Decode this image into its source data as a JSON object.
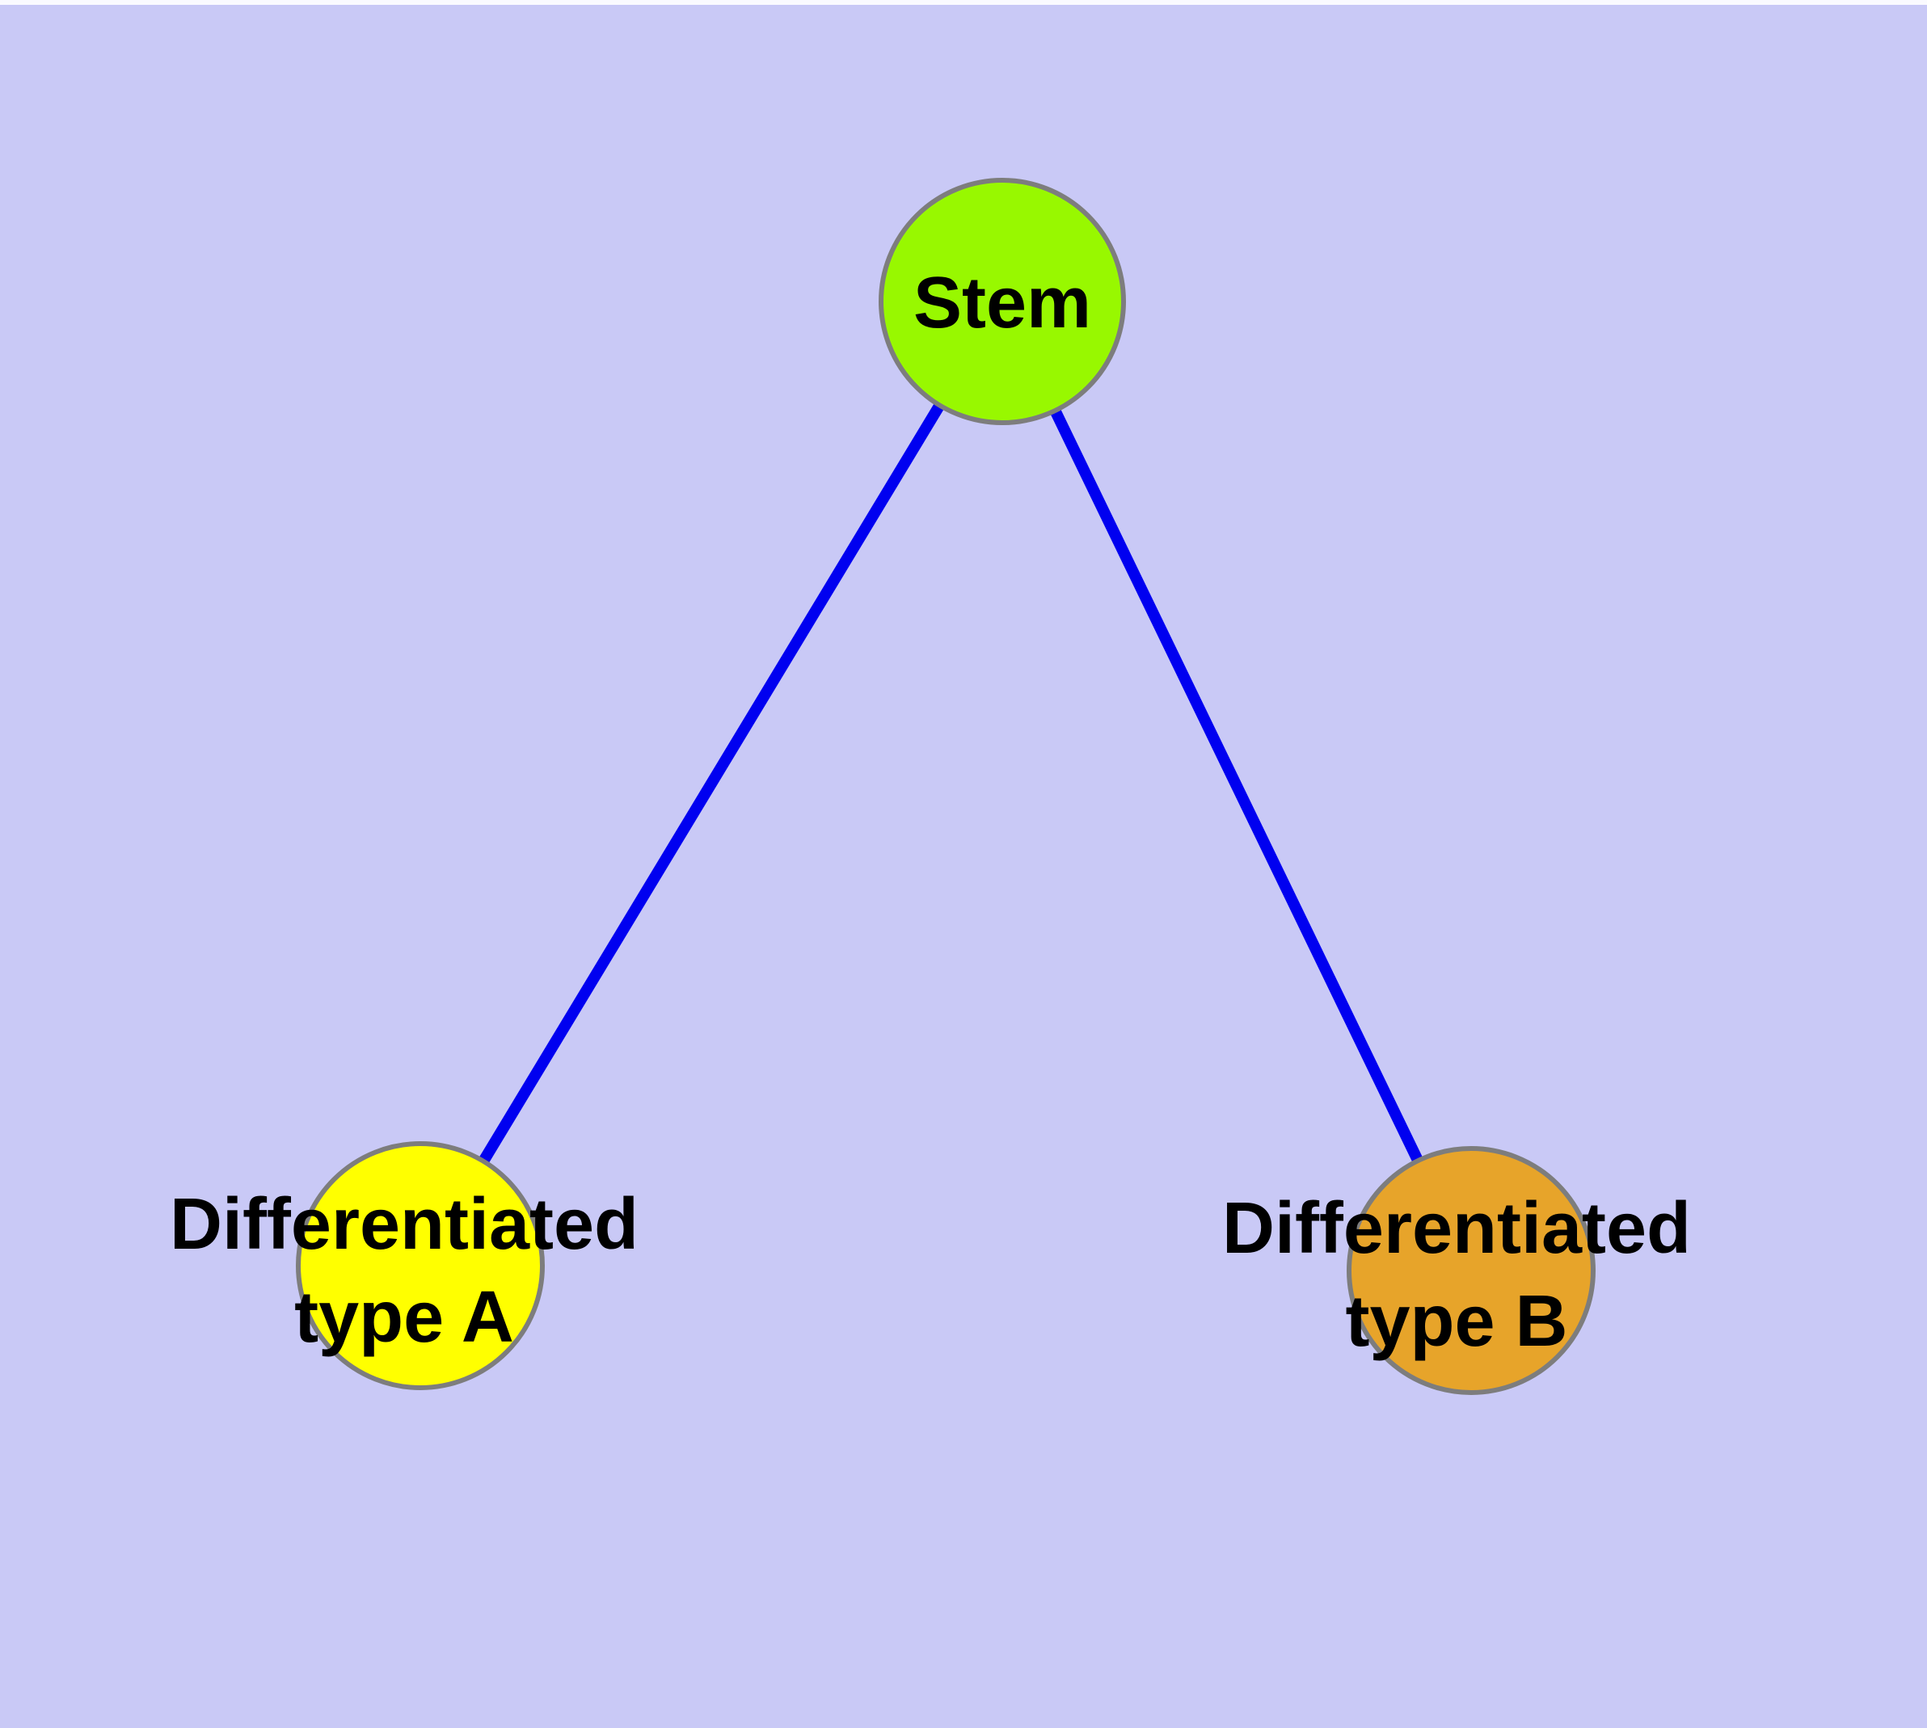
{
  "diagram": {
    "background_color": "#c9c9f6",
    "top_strip_color": "#fafaff",
    "edge_color": "#0000f0",
    "edge_width": 14,
    "node_border_color": "#7d7d7d",
    "node_border_width": 6,
    "text_color": "#000000",
    "nodes": [
      {
        "id": "stem",
        "label_lines": [
          "Stem"
        ],
        "fill": "#98f800"
      },
      {
        "id": "type-a",
        "label_lines": [
          "Differentiated",
          "type A"
        ],
        "fill": "#ffff00"
      },
      {
        "id": "type-b",
        "label_lines": [
          "Differentiated",
          "type B"
        ],
        "fill": "#e7a42a"
      }
    ],
    "edges": [
      {
        "from": "Stem",
        "to": "Differentiated type A"
      },
      {
        "from": "Stem",
        "to": "Differentiated type B"
      }
    ]
  }
}
